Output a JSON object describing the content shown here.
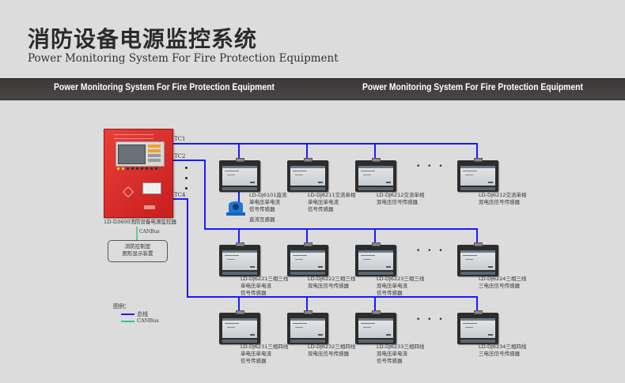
{
  "header": {
    "title_cn": "消防设备电源监控系统",
    "title_en": "Power Monitoring System For Fire Protection Equipment"
  },
  "banner": {
    "left_text": "Power Monitoring System For Fire Protection Equipment",
    "right_text": "Power Monitoring System For Fire Protection Equipment"
  },
  "controller": {
    "label": "LD-D3600消防设备电源监控器",
    "bus_labels": [
      "TC1",
      "TC2",
      "TC4"
    ],
    "can_label": "CANBus",
    "display_box": [
      "消防控制室",
      "图形显示装置"
    ]
  },
  "rows": [
    {
      "bus": "TC1",
      "devices": [
        {
          "label": [
            "LD-DJ6101直流",
            "单电压单电流",
            "信号传感器"
          ]
        },
        {
          "label": [
            "LD-DJ6211交流单相",
            "单电压单电流",
            "信号传感器"
          ]
        },
        {
          "label": [
            "LD-DJ6212交流单相",
            "双电压信号传感器"
          ]
        },
        {
          "label": [
            "LD-DJ6212交流单相",
            "双电压信号传感器"
          ]
        }
      ],
      "accessory": {
        "label": "直流互感器"
      }
    },
    {
      "bus": "TC2",
      "devices": [
        {
          "label": [
            "LD-DJ6221三相三线",
            "单电压单电流",
            "信号传感器"
          ]
        },
        {
          "label": [
            "LD-DJ6222三相三线",
            "双电压信号传感器"
          ]
        },
        {
          "label": [
            "LD-DJ6223三相三线",
            "双电压单电流",
            "信号传感器"
          ]
        },
        {
          "label": [
            "LD-DJ6224三相三线",
            "三电压信号传感器"
          ]
        }
      ]
    },
    {
      "bus": "TC4",
      "devices": [
        {
          "label": [
            "LD-DJ6231三相四线",
            "单电压单电流",
            "信号传感器"
          ]
        },
        {
          "label": [
            "LD-DJ6232三相四线",
            "双电压信号传感器"
          ]
        },
        {
          "label": [
            "LD-DJ6233三相四线",
            "双电压单电流",
            "信号传感器"
          ]
        },
        {
          "label": [
            "LD-DJ6234三相四线",
            "三电压信号传感器"
          ]
        }
      ]
    }
  ],
  "ellipsis": "• • •",
  "legend": {
    "title": "图例：",
    "items": [
      {
        "label": "总线",
        "color": "#1a1aff"
      },
      {
        "label": "CANBus",
        "color": "#3cc47a"
      }
    ]
  },
  "colors": {
    "bus": "#1a1aff",
    "can": "#3cc47a",
    "panel": "#d92a26",
    "banner": "#403c3c"
  }
}
